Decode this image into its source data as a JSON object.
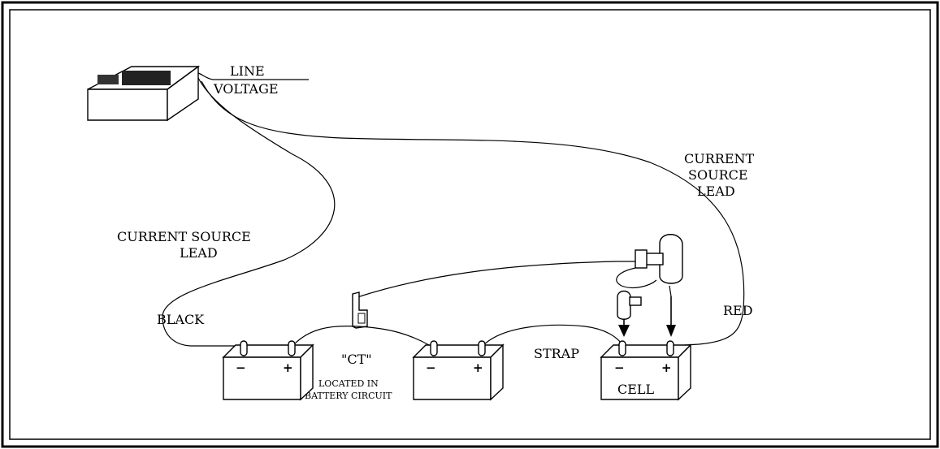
{
  "labels": {
    "line_voltage_top": "LINE",
    "line_voltage_bottom": "VOLTAGE",
    "current_source_right_1": "CURRENT",
    "current_source_right_2": "SOURCE",
    "current_source_right_3": "LEAD",
    "current_source_left_1": "CURRENT SOURCE",
    "current_source_left_2": "LEAD",
    "black": "BLACK",
    "red": "RED",
    "ct": "\"CT\"",
    "located_in": "LOCATED IN",
    "battery_circuit": "BATTERY CIRCUIT",
    "strap": "STRAP",
    "cell": "CELL"
  },
  "terminals": {
    "minus": "−",
    "plus": "+"
  }
}
